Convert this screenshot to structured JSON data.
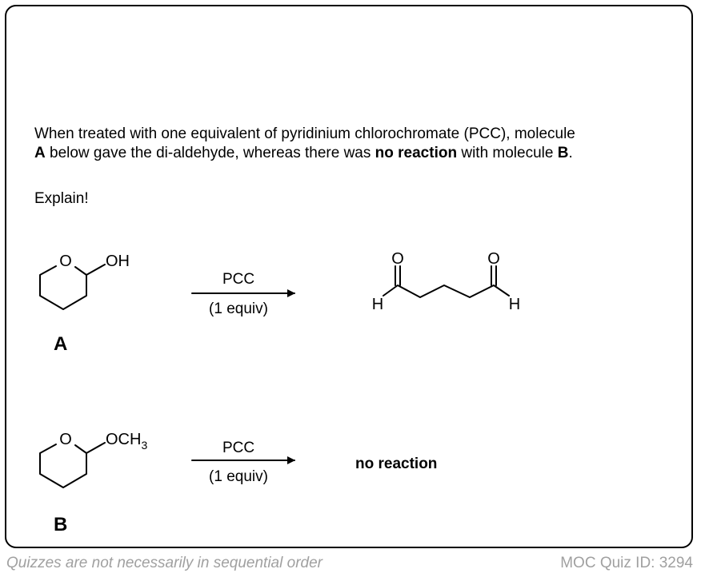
{
  "question": {
    "line1": "When treated with one equivalent of pyridinium chlorochromate (PCC), molecule",
    "line2_a": "A",
    "line2_b": " below gave the di-aldehyde, whereas there was ",
    "line2_c": "no reaction",
    "line2_d": " with molecule ",
    "line2_e": "B",
    "line2_f": ".",
    "prompt": "Explain!"
  },
  "reaction_a": {
    "ring_atom": "O",
    "substituent": "OH",
    "reagent": "PCC",
    "conditions": "(1 equiv)",
    "label": "A",
    "product_o_left": "O",
    "product_o_right": "O",
    "product_h_left": "H",
    "product_h_right": "H"
  },
  "reaction_b": {
    "ring_atom": "O",
    "substituent_main": "OCH",
    "substituent_sub": "3",
    "reagent": "PCC",
    "conditions": "(1 equiv)",
    "label": "B",
    "result": "no reaction"
  },
  "footer": {
    "left": "Quizzes are not necessarily in sequential order",
    "right": "MOC Quiz ID: 3294"
  }
}
